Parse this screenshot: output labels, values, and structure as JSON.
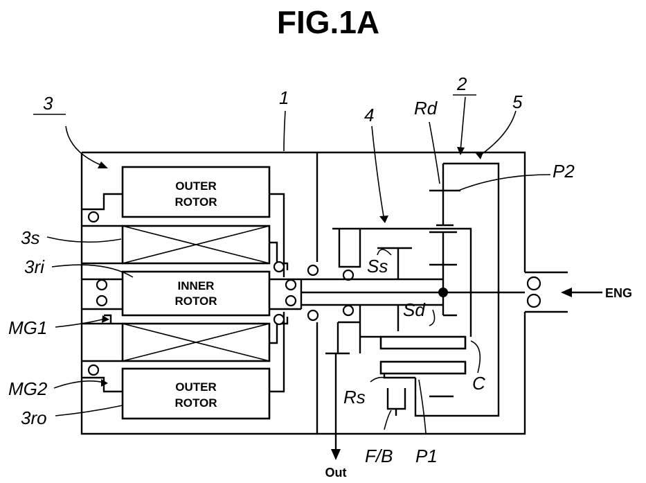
{
  "figure": {
    "title": "FIG.1A"
  },
  "blocks": {
    "outer_rotor_top": [
      "OUTER",
      "ROTOR"
    ],
    "inner_rotor": [
      "INNER",
      "ROTOR"
    ],
    "outer_rotor_bottom": [
      "OUTER",
      "ROTOR"
    ]
  },
  "refs": {
    "r1": "1",
    "r2": "2",
    "r3": "3",
    "r4": "4",
    "r5": "5",
    "rd": "Rd",
    "p2": "P2",
    "r3s": "3s",
    "r3ri": "3ri",
    "mg1": "MG1",
    "mg2": "MG2",
    "r3ro": "3ro",
    "ss": "Ss",
    "sd": "Sd",
    "c": "C",
    "rs": "Rs",
    "fb": "F/B",
    "p1": "P1"
  },
  "io": {
    "eng": "ENG",
    "out": "Out"
  }
}
